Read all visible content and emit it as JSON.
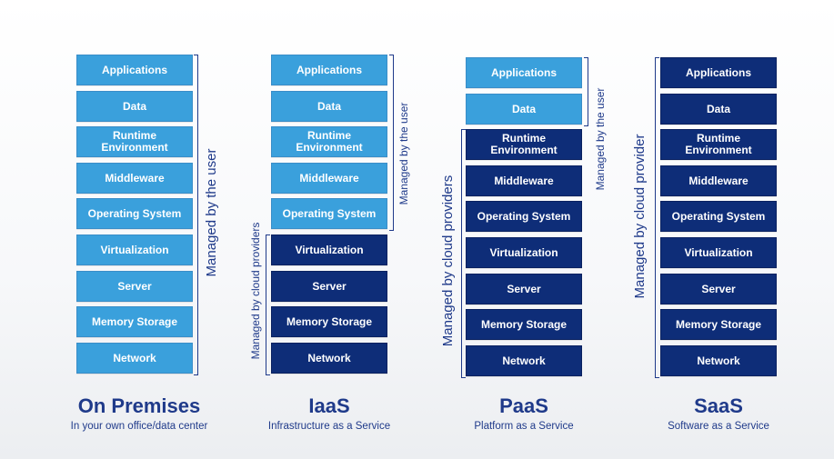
{
  "columns": [
    {
      "title": "On Premises",
      "subtitle": "In your own office/data center",
      "layers": [
        {
          "label": "Applications",
          "managed": "user"
        },
        {
          "label": "Data",
          "managed": "user"
        },
        {
          "label": "Runtime\nEnvironment",
          "managed": "user"
        },
        {
          "label": "Middleware",
          "managed": "user"
        },
        {
          "label": "Operating System",
          "managed": "user"
        },
        {
          "label": "Virtualization",
          "managed": "user"
        },
        {
          "label": "Server",
          "managed": "user"
        },
        {
          "label": "Memory Storage",
          "managed": "user"
        },
        {
          "label": "Network",
          "managed": "user"
        }
      ],
      "brace_labels": {
        "user": "Managed by the user"
      }
    },
    {
      "title": "IaaS",
      "subtitle": "Infrastructure as a Service",
      "layers": [
        {
          "label": "Applications",
          "managed": "user"
        },
        {
          "label": "Data",
          "managed": "user"
        },
        {
          "label": "Runtime\nEnvironment",
          "managed": "user"
        },
        {
          "label": "Middleware",
          "managed": "user"
        },
        {
          "label": "Operating System",
          "managed": "user"
        },
        {
          "label": "Virtualization",
          "managed": "provider"
        },
        {
          "label": "Server",
          "managed": "provider"
        },
        {
          "label": "Memory Storage",
          "managed": "provider"
        },
        {
          "label": "Network",
          "managed": "provider"
        }
      ],
      "brace_labels": {
        "user": "Managed by the user",
        "provider": "Managed by cloud providers"
      }
    },
    {
      "title": "PaaS",
      "subtitle": "Platform as a Service",
      "layers": [
        {
          "label": "Applications",
          "managed": "user"
        },
        {
          "label": "Data",
          "managed": "user"
        },
        {
          "label": "Runtime\nEnvironment",
          "managed": "provider"
        },
        {
          "label": "Middleware",
          "managed": "provider"
        },
        {
          "label": "Operating System",
          "managed": "provider"
        },
        {
          "label": "Virtualization",
          "managed": "provider"
        },
        {
          "label": "Server",
          "managed": "provider"
        },
        {
          "label": "Memory Storage",
          "managed": "provider"
        },
        {
          "label": "Network",
          "managed": "provider"
        }
      ],
      "brace_labels": {
        "user": "Managed by the user",
        "provider": "Managed by cloud providers"
      }
    },
    {
      "title": "SaaS",
      "subtitle": "Software as a Service",
      "layers": [
        {
          "label": "Applications",
          "managed": "provider"
        },
        {
          "label": "Data",
          "managed": "provider"
        },
        {
          "label": "Runtime\nEnvironment",
          "managed": "provider"
        },
        {
          "label": "Middleware",
          "managed": "provider"
        },
        {
          "label": "Operating System",
          "managed": "provider"
        },
        {
          "label": "Virtualization",
          "managed": "provider"
        },
        {
          "label": "Server",
          "managed": "provider"
        },
        {
          "label": "Memory Storage",
          "managed": "provider"
        },
        {
          "label": "Network",
          "managed": "provider"
        }
      ],
      "brace_labels": {
        "provider": "Managed by cloud provider"
      }
    }
  ],
  "colors": {
    "user_layer": "#3aa0dc",
    "provider_layer": "#0e2d78",
    "text": "#1f3a8a"
  }
}
